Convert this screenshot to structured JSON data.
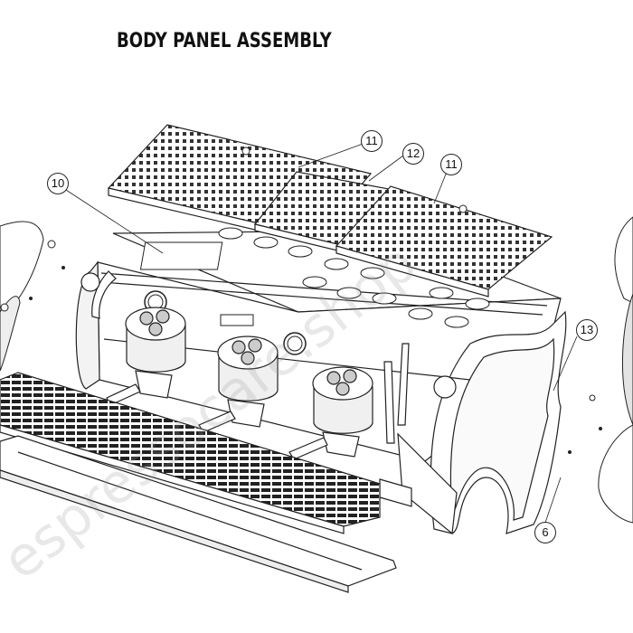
{
  "title": "BODY PANEL ASSEMBLY",
  "watermark": "espressocare.shop",
  "callouts": [
    {
      "id": "callout-10",
      "label": "10"
    },
    {
      "id": "callout-11-left",
      "label": "11"
    },
    {
      "id": "callout-12",
      "label": "12"
    },
    {
      "id": "callout-11-right",
      "label": "11"
    },
    {
      "id": "callout-13",
      "label": "13"
    },
    {
      "id": "callout-6",
      "label": "6"
    }
  ],
  "colors": {
    "line": "#222222",
    "fill": "#ffffff",
    "shade": "#d9d9d9"
  }
}
